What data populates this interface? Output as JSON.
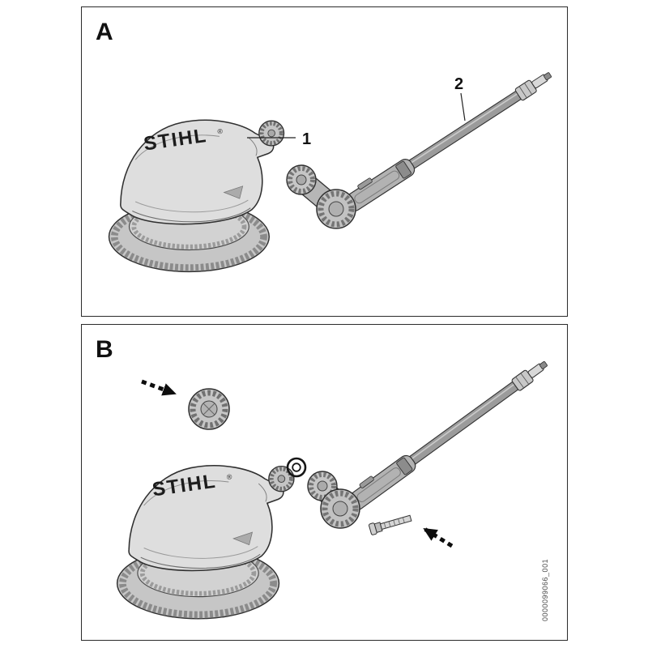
{
  "figure": {
    "brand": "STIHL",
    "brand_reg": "®",
    "doc_number": "0000099066_001",
    "panel_a": {
      "label": "A",
      "part_labels": {
        "brush": "1",
        "spray_lance": "2"
      }
    },
    "panel_b": {
      "label": "B"
    }
  }
}
